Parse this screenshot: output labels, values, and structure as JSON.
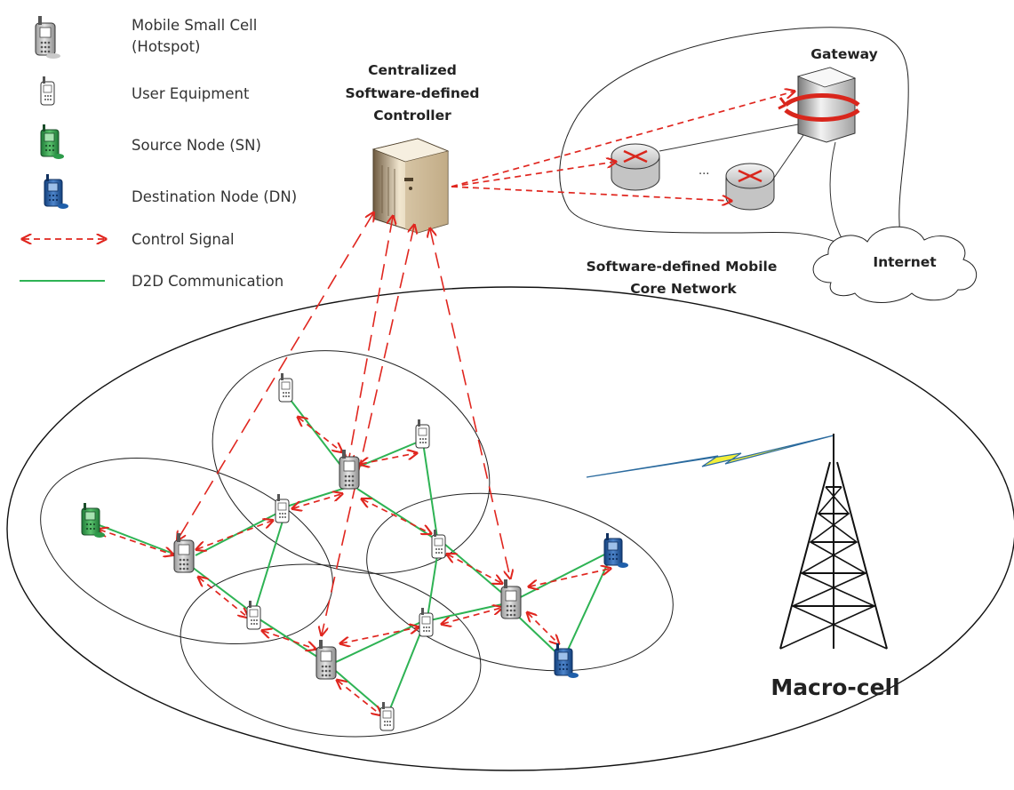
{
  "legend": {
    "items": [
      {
        "icon": "mobile-small-cell-icon",
        "label_line1": "Mobile Small Cell",
        "label_line2": "(Hotspot)"
      },
      {
        "icon": "user-equipment-icon",
        "label_line1": "User Equipment"
      },
      {
        "icon": "source-node-icon",
        "label_line1": "Source Node (SN)"
      },
      {
        "icon": "destination-node-icon",
        "label_line1": "Destination Node (DN)"
      },
      {
        "icon": "control-signal-arrow-icon",
        "label_line1": "Control Signal"
      },
      {
        "icon": "d2d-line-icon",
        "label_line1": "D2D Communication"
      }
    ]
  },
  "controller": {
    "line1": "Centralized",
    "line2": "Software-defined",
    "line3": "Controller"
  },
  "core_network": {
    "gateway": "Gateway",
    "ellipsis": "...",
    "label_line1": "Software-defined Mobile",
    "label_line2": "Core Network"
  },
  "internet": "Internet",
  "macro_cell": "Macro-cell",
  "colors": {
    "control_signal": "#e0261f",
    "d2d": "#2eb354",
    "source_node": "#2d9b4a",
    "destination_node": "#1f5faa",
    "lightning": "#f2ee3a",
    "device_gray": "#bfbfbf"
  }
}
